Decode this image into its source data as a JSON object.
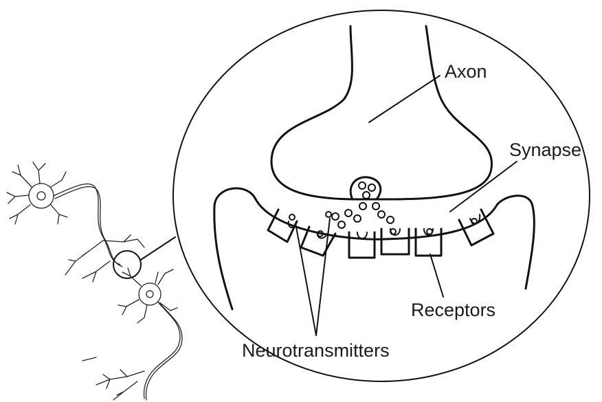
{
  "labels": {
    "axon": "Axon",
    "synapse": "Synapse",
    "receptors": "Receptors",
    "neurotransmitters": "Neurotransmitters"
  },
  "colors": {
    "ink": "#111111",
    "background": "#ffffff"
  }
}
